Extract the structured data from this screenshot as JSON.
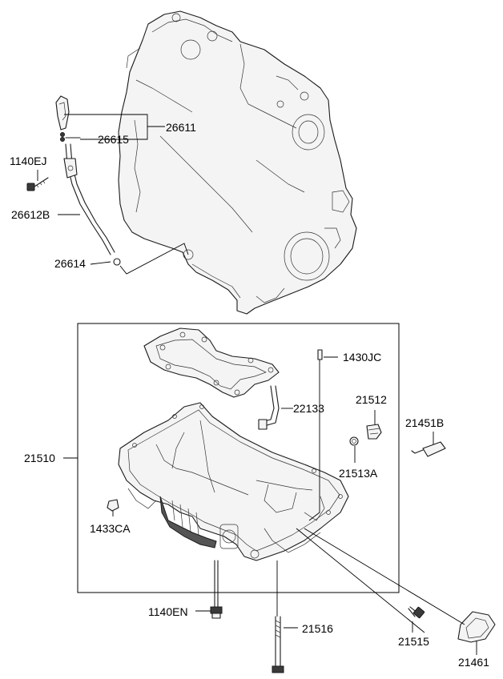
{
  "labels": {
    "p26611": "26611",
    "p26615": "26615",
    "p1140EJ": "1140EJ",
    "p26612B": "26612B",
    "p26614": "26614",
    "p1430JC": "1430JC",
    "p21512": "21512",
    "p22133": "22133",
    "p21451B": "21451B",
    "p21510": "21510",
    "p21513A": "21513A",
    "p1433CA": "1433CA",
    "p1140EN": "1140EN",
    "p21516": "21516",
    "p21515": "21515",
    "p21461": "21461"
  }
}
